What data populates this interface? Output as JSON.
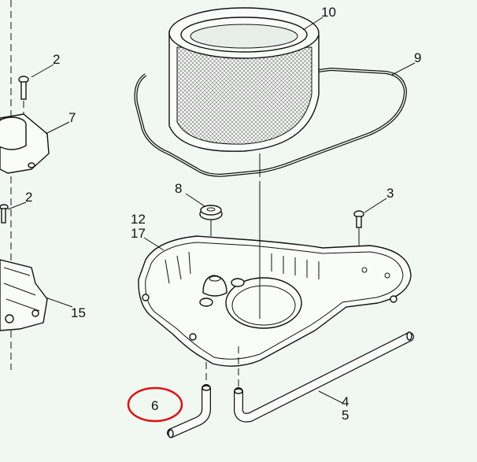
{
  "diagram": {
    "title": "Air cleaner assembly exploded view",
    "callouts": {
      "c10": "10",
      "c9": "9",
      "c2a": "2",
      "c7": "7",
      "c2b": "2",
      "c8": "8",
      "c3": "3",
      "c12": "12",
      "c17": "17",
      "c15": "15",
      "c6": "6",
      "c4": "4",
      "c5": "5"
    },
    "highlight": {
      "callout": "6",
      "color": "#e01010"
    }
  }
}
